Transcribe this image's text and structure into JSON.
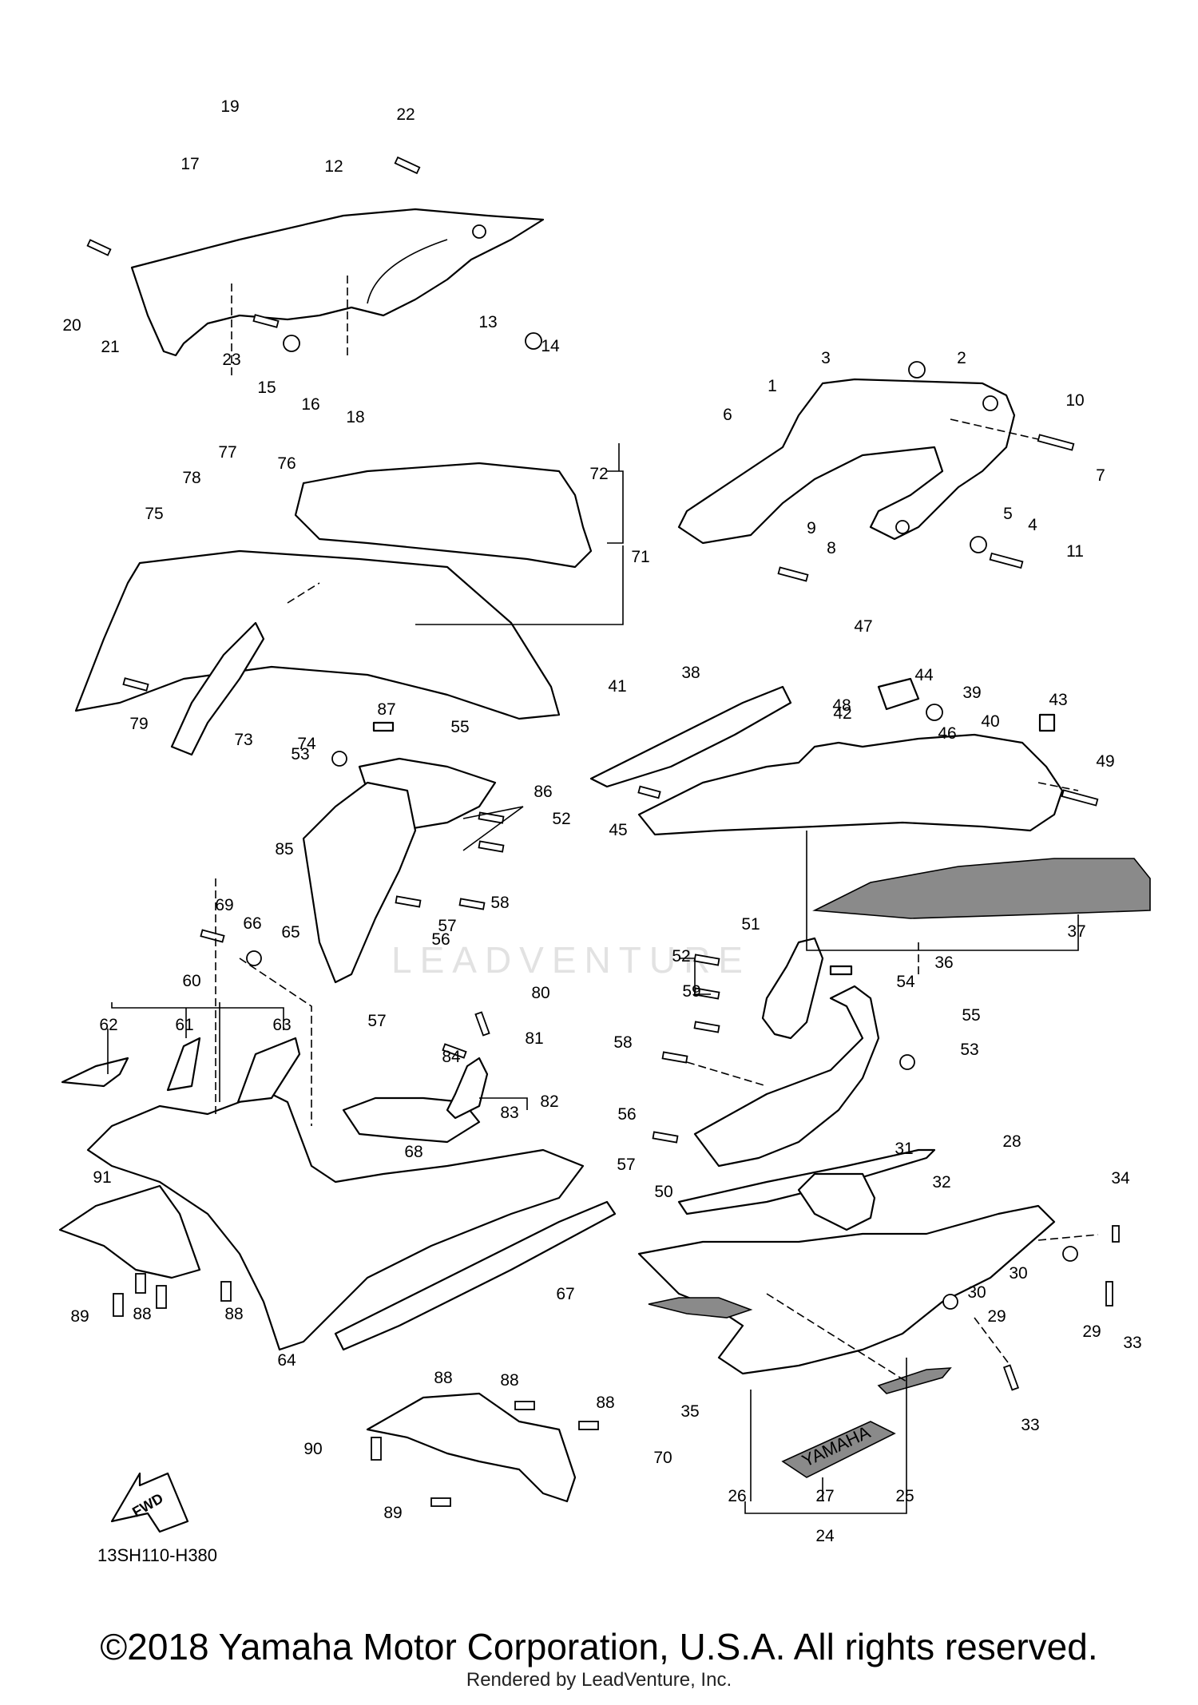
{
  "diagram_code": "13SH110-H380",
  "fwd_label": "FWD",
  "decal_text": "YAMAHA",
  "watermark": "LEADVENTURE",
  "copyright": "©2018 Yamaha Motor Corporation, U.S.A. All rights reserved.",
  "rendered_by": "Rendered by LeadVenture, Inc.",
  "callouts": [
    "1",
    "2",
    "3",
    "4",
    "5",
    "6",
    "7",
    "8",
    "9",
    "10",
    "11",
    "12",
    "13",
    "14",
    "15",
    "16",
    "17",
    "18",
    "19",
    "20",
    "21",
    "22",
    "23",
    "24",
    "25",
    "26",
    "27",
    "28",
    "29",
    "29",
    "30",
    "30",
    "31",
    "32",
    "33",
    "33",
    "34",
    "35",
    "36",
    "37",
    "38",
    "39",
    "40",
    "41",
    "42",
    "43",
    "44",
    "45",
    "46",
    "47",
    "48",
    "49",
    "50",
    "51",
    "52",
    "52",
    "53",
    "53",
    "54",
    "55",
    "55",
    "56",
    "56",
    "57",
    "57",
    "57",
    "58",
    "58",
    "59",
    "60",
    "61",
    "62",
    "63",
    "64",
    "65",
    "66",
    "67",
    "68",
    "69",
    "70",
    "71",
    "72",
    "73",
    "74",
    "75",
    "76",
    "77",
    "78",
    "79",
    "80",
    "81",
    "82",
    "83",
    "84",
    "85",
    "86",
    "87",
    "88",
    "88",
    "88",
    "88",
    "88",
    "89",
    "89",
    "90",
    "91"
  ],
  "colors": {
    "line": "#000000",
    "decal_fill": "#8a8a8a",
    "watermark": "#e2e2e2"
  }
}
